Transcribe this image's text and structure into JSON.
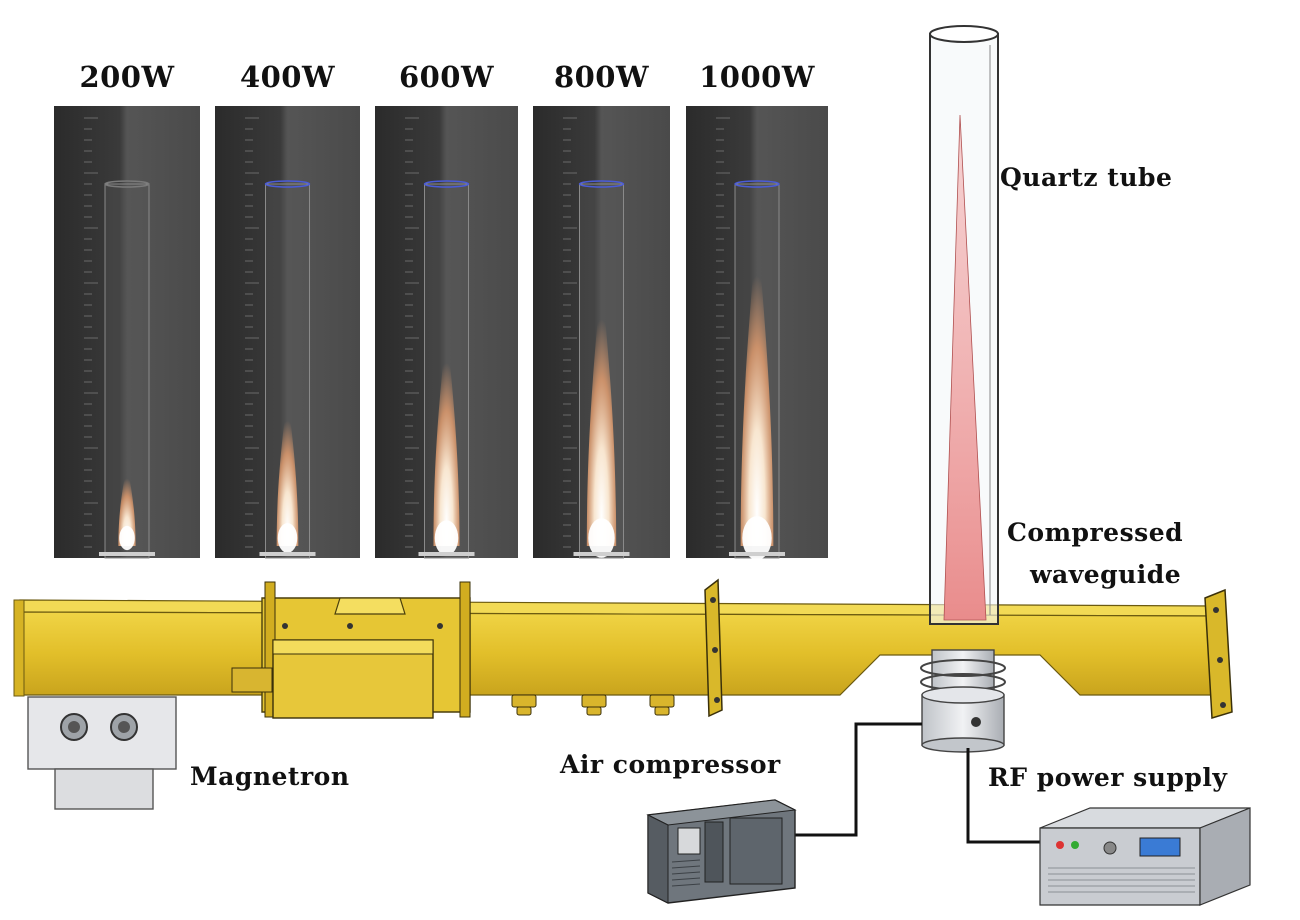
{
  "panel_labels": [
    "200W",
    "400W",
    "600W",
    "800W",
    "1000W"
  ],
  "panel_flame_levels": [
    0.15,
    0.35,
    0.55,
    0.7,
    0.85
  ],
  "components": {
    "quartz_tube": "Quartz tube",
    "compressed_waveguide_line1": "Compressed",
    "compressed_waveguide_line2": "waveguide",
    "magnetron": "Magnetron",
    "air_compressor": "Air compressor",
    "rf_power_supply": "RF power supply"
  },
  "colors": {
    "waveguide": "#e4c22c",
    "waveguide_dark": "#b8961a",
    "plasma": "#f2a3a3",
    "photo_bg": "#3c3c3c",
    "flame_core": "#ffffff",
    "flame_outer": "#f5c9a0"
  }
}
